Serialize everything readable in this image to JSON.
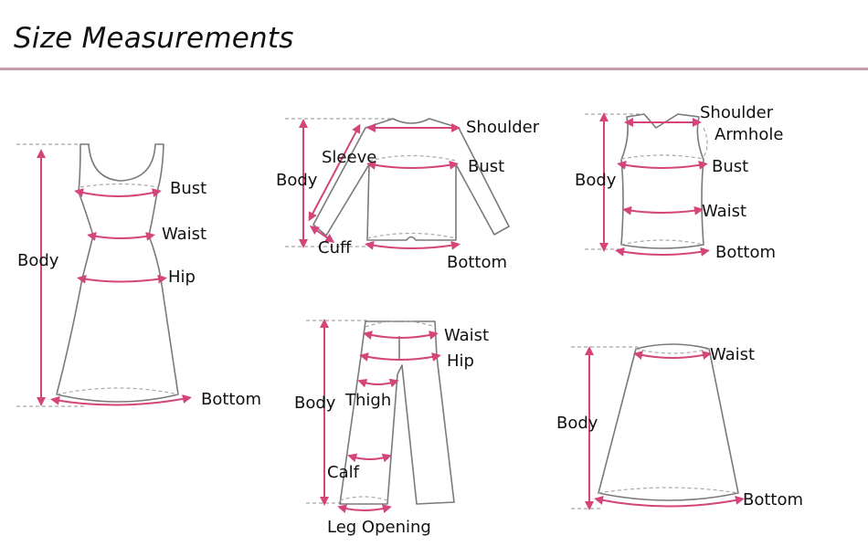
{
  "title": "Size Measurements",
  "colors": {
    "accent": "#d4457a",
    "outline": "#7a7a7a",
    "divider": "#c79cae"
  },
  "garments": {
    "dress": {
      "bust": "Bust",
      "waist": "Waist",
      "hip": "Hip",
      "body": "Body",
      "bottom": "Bottom"
    },
    "long_sleeve_top": {
      "shoulder": "Shoulder",
      "sleeve": "Sleeve",
      "bust": "Bust",
      "body": "Body",
      "cuff": "Cuff",
      "bottom": "Bottom"
    },
    "tank_top": {
      "shoulder": "Shoulder",
      "armhole": "Armhole",
      "bust": "Bust",
      "body": "Body",
      "waist": "Waist",
      "bottom": "Bottom"
    },
    "pants": {
      "waist": "Waist",
      "hip": "Hip",
      "body": "Body",
      "thigh": "Thigh",
      "calf": "Calf",
      "leg_opening": "Leg Opening"
    },
    "skirt": {
      "waist": "Waist",
      "body": "Body",
      "bottom": "Bottom"
    }
  }
}
